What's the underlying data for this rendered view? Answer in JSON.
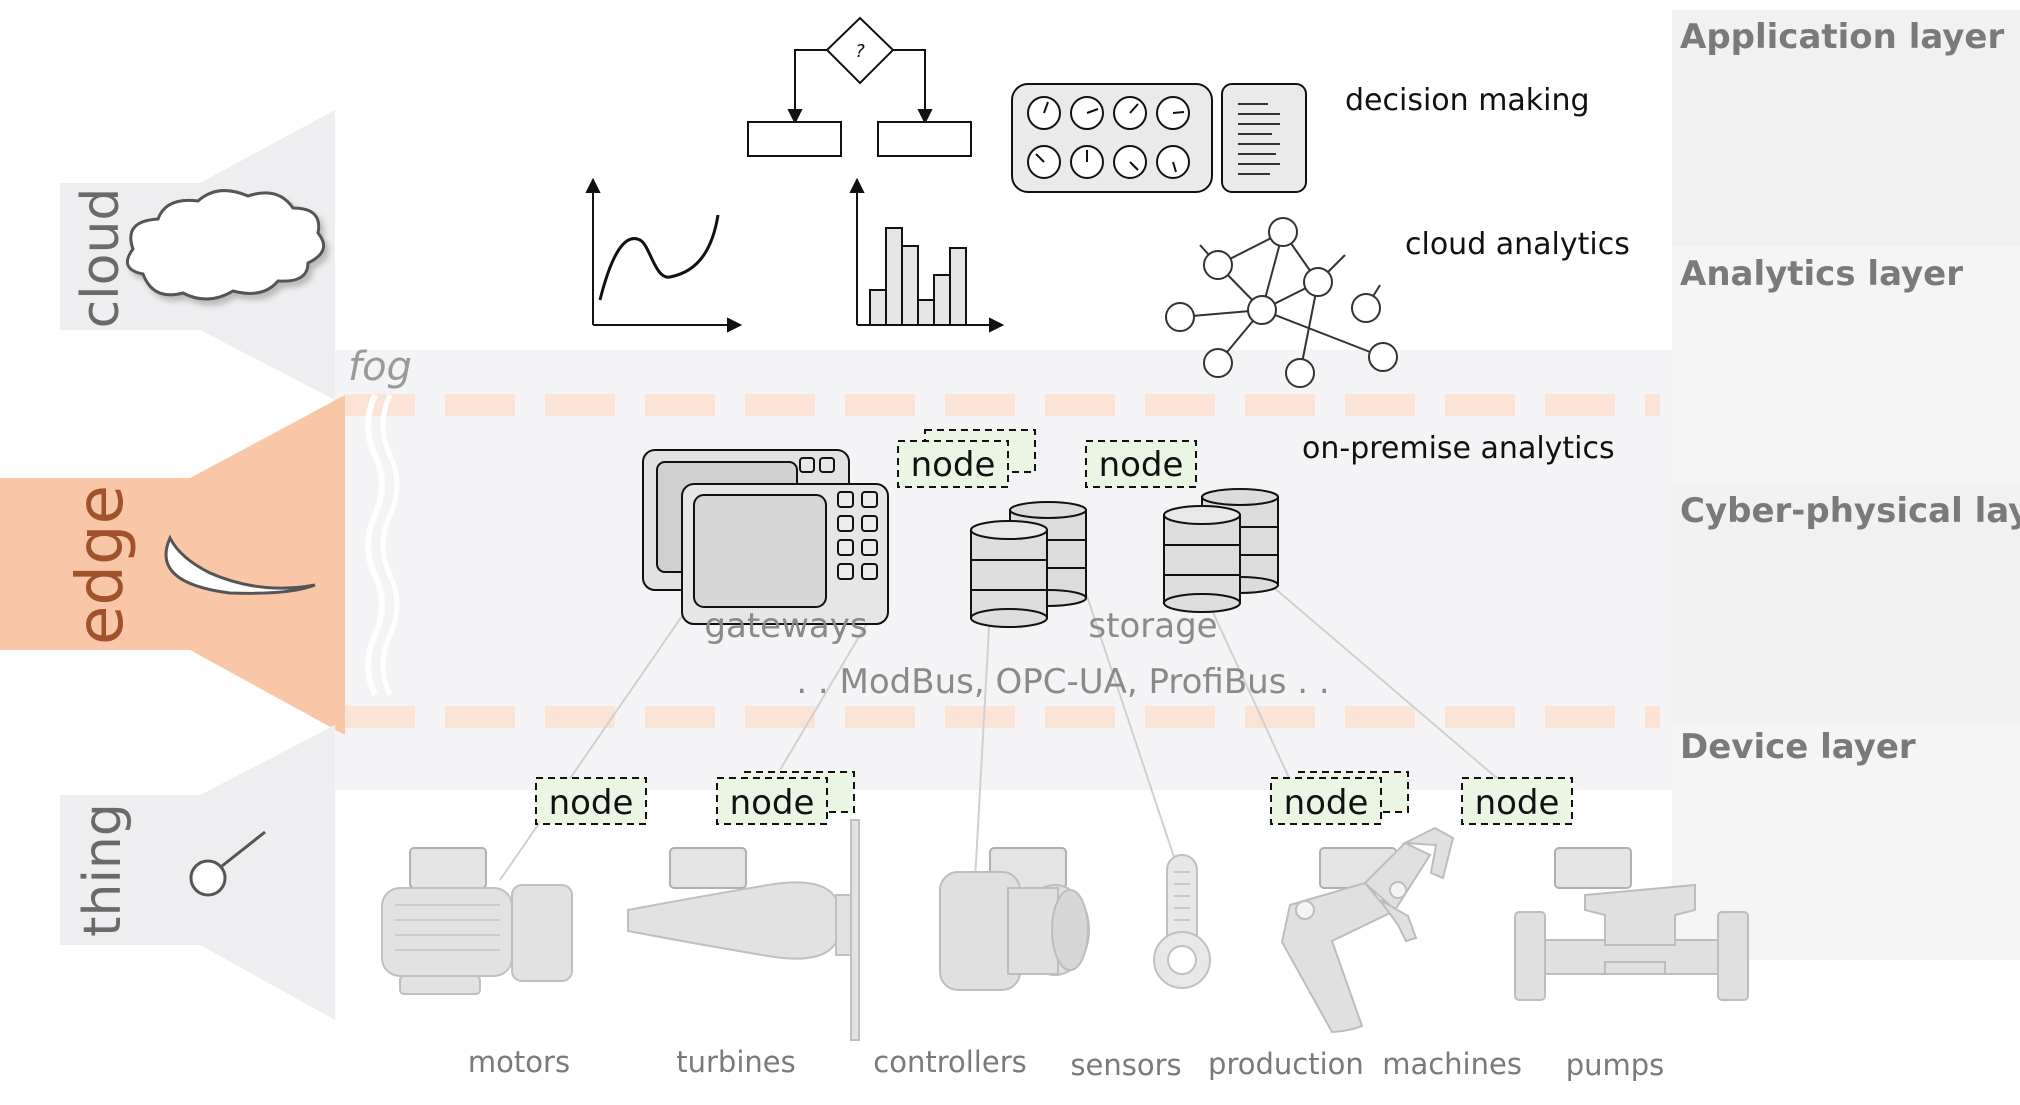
{
  "layers": {
    "application": "Application layer",
    "analytics": "Analytics layer",
    "cyber_physical": "Cyber-physical layer",
    "device": "Device layer"
  },
  "tiers": {
    "cloud": "cloud",
    "fog": "fog",
    "edge": "edge",
    "thing": "thing"
  },
  "functions": {
    "decision_making": "decision making",
    "cloud_analytics": "cloud analytics",
    "on_premise_analytics": "on-premise analytics"
  },
  "edge_components": {
    "gateways": "gateways",
    "storage": "storage",
    "protocols": ". . ModBus, OPC-UA, ProfiBus . ."
  },
  "node_label": "node",
  "flowchart_symbol": "?",
  "devices": {
    "motors": "motors",
    "turbines": "turbines",
    "controllers": "controllers",
    "sensors": "sensors",
    "production_machines": "production  machines",
    "pumps": "pumps"
  },
  "colors": {
    "edge_accent": "#f9c7a8",
    "edge_text": "#a0522d",
    "band_gray": "#efeff1",
    "node_fill": "#eaf5e4",
    "layer_panel": "#f0f0f0"
  }
}
